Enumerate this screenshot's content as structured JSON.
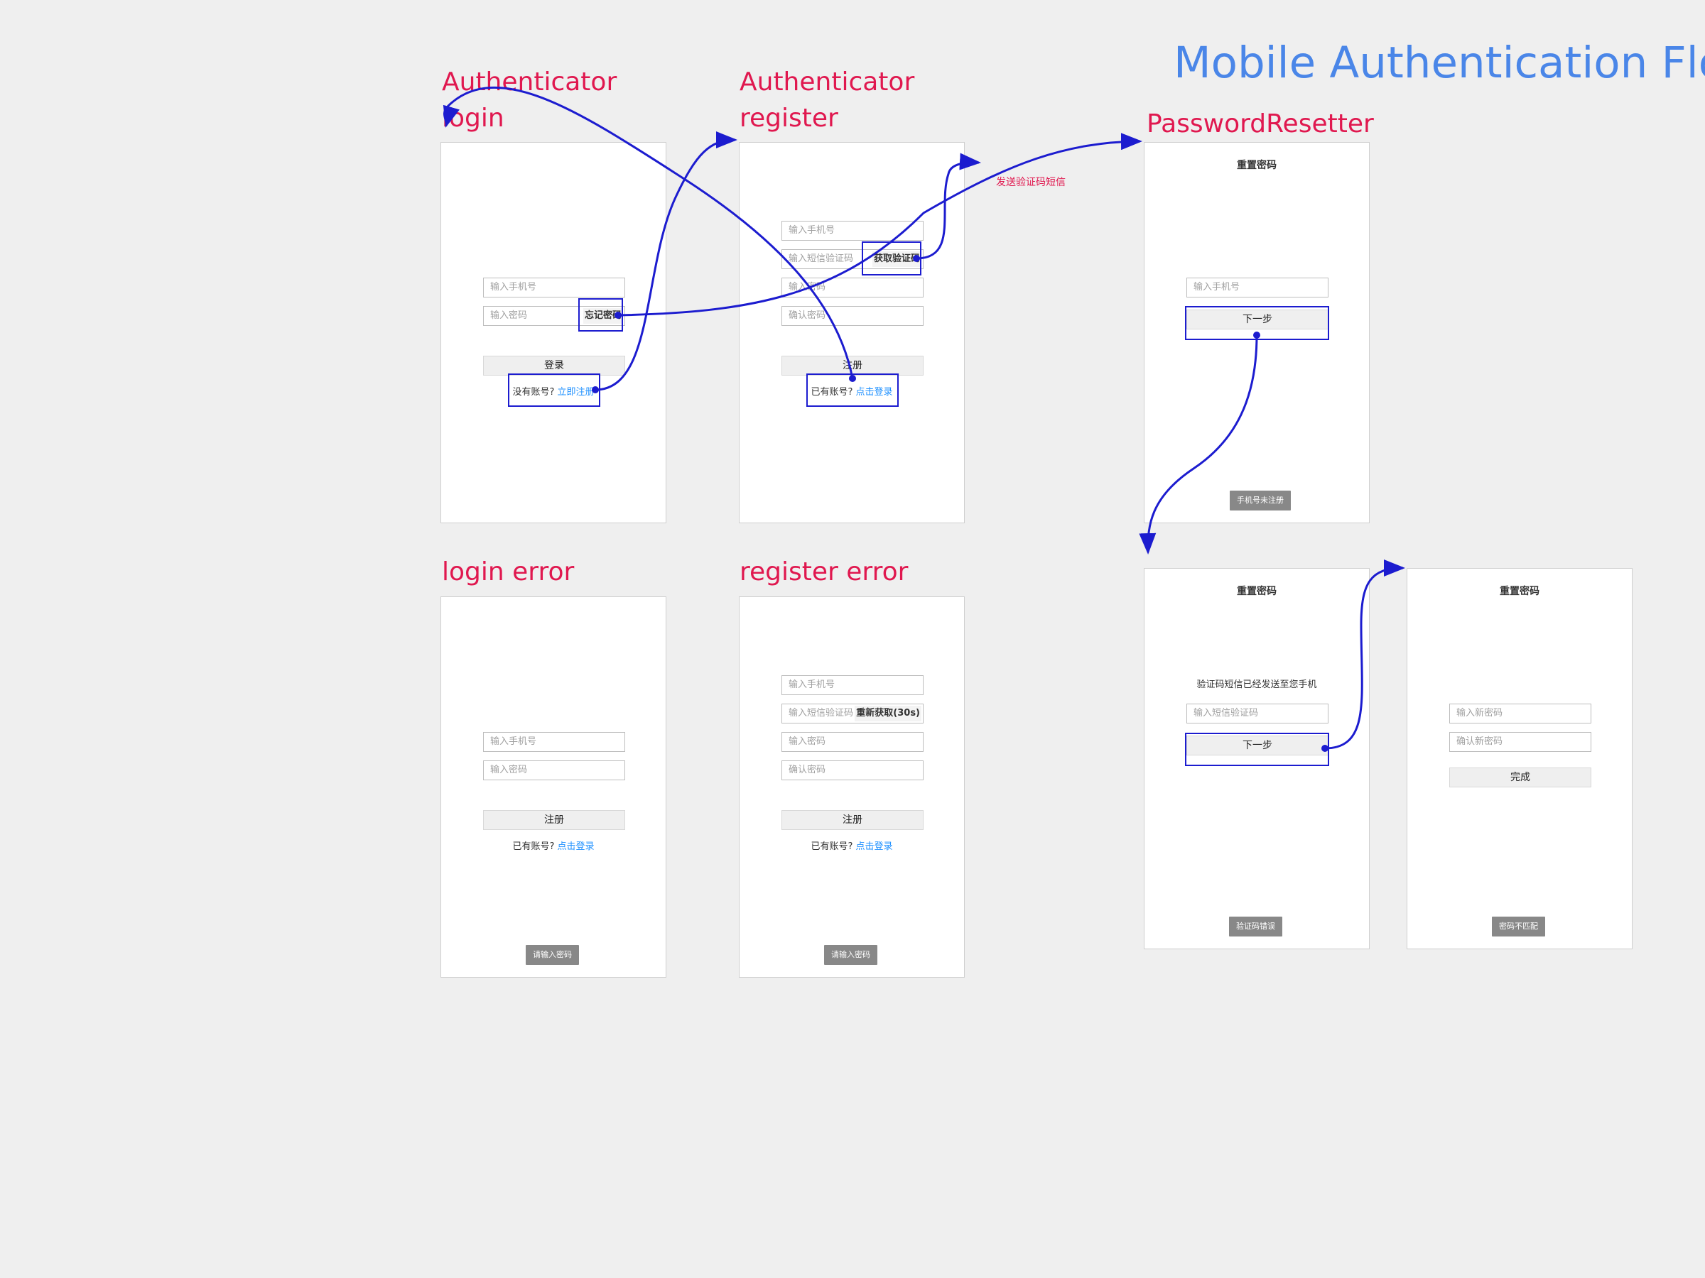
{
  "title": "Mobile Authentication Flow",
  "labels": {
    "login": [
      "Authenticator",
      "login"
    ],
    "register": [
      "Authenticator",
      "register"
    ],
    "password_resetter": "PasswordResetter",
    "login_error": "login error",
    "register_error": "register error"
  },
  "annotation_sms": "发送验证码短信",
  "login_screen": {
    "phone_placeholder": "输入手机号",
    "password_placeholder": "输入密码",
    "forgot_password": "忘记密码",
    "login_button": "登录",
    "no_account": "没有账号?",
    "register_now": "立即注册"
  },
  "register_screen": {
    "phone_placeholder": "输入手机号",
    "sms_code_placeholder": "输入短信验证码",
    "get_code": "获取验证码",
    "password_placeholder": "输入密码",
    "confirm_password_placeholder": "确认密码",
    "register_button": "注册",
    "have_account": "已有账号?",
    "login_link": "点击登录"
  },
  "reset_step1": {
    "header": "重置密码",
    "phone_placeholder": "输入手机号",
    "next_button": "下一步",
    "toast": "手机号未注册"
  },
  "login_error_screen": {
    "phone_placeholder": "输入手机号",
    "password_placeholder": "输入密码",
    "button": "注册",
    "have_account": "已有账号?",
    "login_link": "点击登录",
    "toast": "请输入密码"
  },
  "register_error_screen": {
    "phone_placeholder": "输入手机号",
    "sms_code_placeholder": "输入短信验证码",
    "resend": "重新获取(30s)",
    "password_placeholder": "输入密码",
    "confirm_password_placeholder": "确认密码",
    "register_button": "注册",
    "have_account": "已有账号?",
    "login_link": "点击登录",
    "toast": "请输入密码"
  },
  "reset_step2": {
    "header": "重置密码",
    "notice": "验证码短信已经发送至您手机",
    "sms_code_placeholder": "输入短信验证码",
    "next_button": "下一步",
    "toast": "验证码错误"
  },
  "reset_step3": {
    "header": "重置密码",
    "new_password_placeholder": "输入新密码",
    "confirm_new_password_placeholder": "确认新密码",
    "done_button": "完成",
    "toast": "密码不匹配"
  },
  "colors": {
    "canvas": "#efefef",
    "label": "#e0184f",
    "title": "#4a86e8",
    "arrow": "#1c1ccf",
    "link": "#1e90ff",
    "toast": "#888888"
  }
}
